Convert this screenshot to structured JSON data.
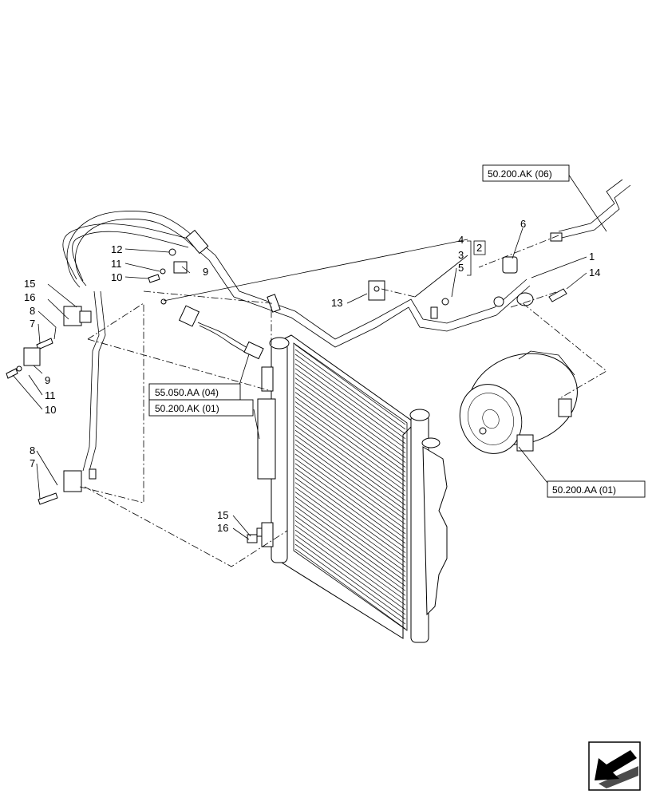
{
  "callouts": {
    "c1": "1",
    "c2": "2",
    "c3": "3",
    "c4": "4",
    "c5": "5",
    "c6": "6",
    "c7a": "7",
    "c7b": "7",
    "c8a": "8",
    "c8b": "8",
    "c9a": "9",
    "c9b": "9",
    "c10a": "10",
    "c10b": "10",
    "c11a": "11",
    "c11b": "11",
    "c12": "12",
    "c13": "13",
    "c14": "14",
    "c15a": "15",
    "c15b": "15",
    "c16a": "16",
    "c16b": "16"
  },
  "references": {
    "ref_ak06": "50.200.AK (06)",
    "ref_aa04": "55.050.AA (04)",
    "ref_ak01": "50.200.AK (01)",
    "ref_aa01": "50.200.AA (01)"
  },
  "nav_icon": "arrow-back-icon"
}
